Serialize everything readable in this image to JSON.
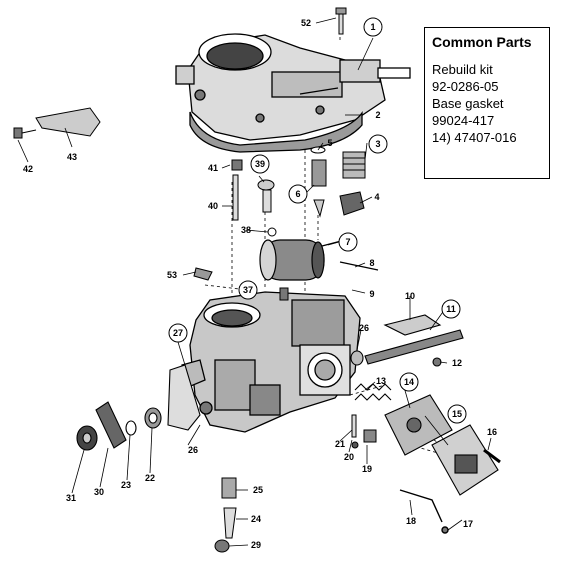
{
  "common_parts": {
    "title": "Common Parts",
    "lines": [
      "Rebuild kit",
      "92-0286-05",
      "Base gasket",
      "99024-417",
      "14) 47407-016"
    ]
  },
  "callouts": {
    "c1": "1",
    "c2": "2",
    "c3": "3",
    "c4": "4",
    "c5": "5",
    "c6": "6",
    "c7": "7",
    "c8": "8",
    "c9": "9",
    "c10": "10",
    "c11": "11",
    "c12": "12",
    "c13": "13",
    "c14": "14",
    "c15": "15",
    "c16": "16",
    "c17": "17",
    "c18": "18",
    "c19": "19",
    "c20": "20",
    "c21": "21",
    "c22": "22",
    "c23": "23",
    "c24": "24",
    "c25": "25",
    "c26a": "26",
    "c26b": "26",
    "c27": "27",
    "c29": "29",
    "c30": "30",
    "c31": "31",
    "c37": "37",
    "c38": "38",
    "c39": "39",
    "c40": "40",
    "c41": "41",
    "c42": "42",
    "c43": "43",
    "c52": "52",
    "c53": "53"
  }
}
